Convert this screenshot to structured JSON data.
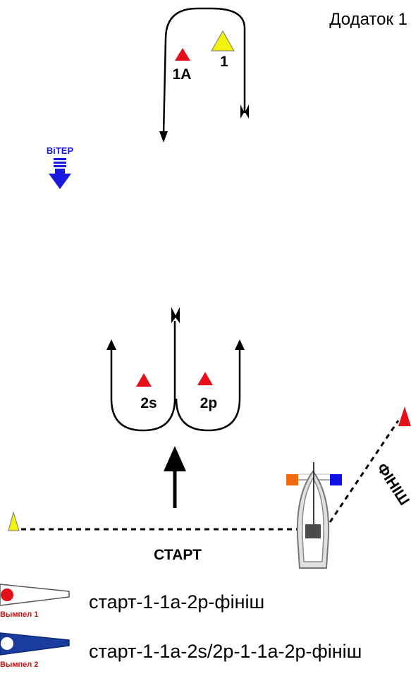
{
  "header": {
    "appendix": "Додаток 1"
  },
  "wind": {
    "label": "ВіТЕР",
    "color": "#1a1adf"
  },
  "marks": {
    "mark_1a": {
      "label": "1А",
      "color": "#e3101a"
    },
    "mark_1": {
      "label": "1",
      "color": "#f2f20a"
    },
    "mark_2s": {
      "label": "2s",
      "color": "#e3101a"
    },
    "mark_2p": {
      "label": "2p",
      "color": "#e3101a"
    },
    "start_pin_color": "#f2f20a",
    "finish_mark_color": "#e3101a"
  },
  "lines": {
    "start": "СТАРТ",
    "finish": "ФІНІШ"
  },
  "committee_boat": {
    "left_flag_color": "#f26a10",
    "right_flag_color": "#1010e0"
  },
  "legend": {
    "items": [
      {
        "pennant": "Вымпел 1",
        "route": "старт-1-1а-2р-фініш",
        "pennant_color": "#ffffff",
        "dot_color": "#e3101a"
      },
      {
        "pennant": "Вымпел 2",
        "route": "старт-1-1а-2s/2р-1-1а-2р-фініш",
        "pennant_color": "#1a3c9e",
        "dot_color": "#ffffff"
      }
    ]
  }
}
